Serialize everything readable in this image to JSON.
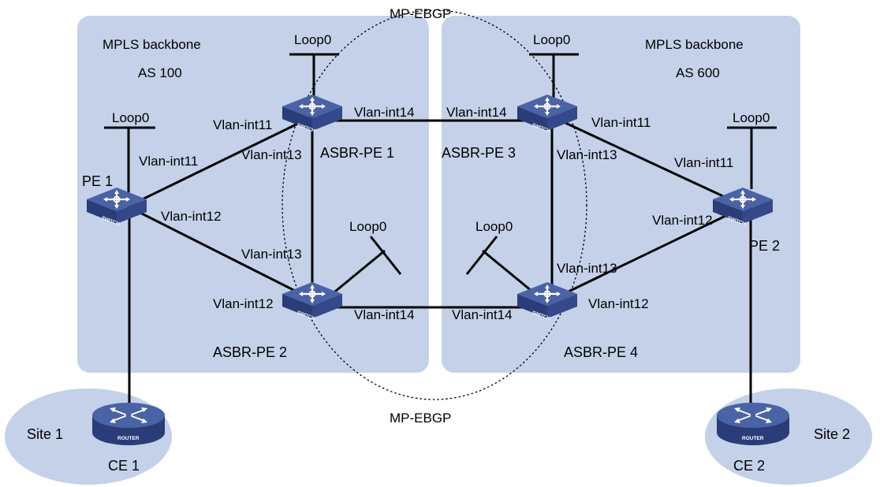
{
  "colors": {
    "region_fill": "#c4d1e9",
    "device_top": "#4a63a6",
    "device_side": "#2b3d78",
    "link": "#000000"
  },
  "regions": [
    {
      "id": "as100",
      "title": "MPLS backbone",
      "as_label": "AS 100"
    },
    {
      "id": "as600",
      "title": "MPLS backbone",
      "as_label": "AS 600"
    }
  ],
  "sessions": [
    {
      "id": "ebgp-top",
      "label": "MP-EBGP"
    },
    {
      "id": "ebgp-bottom",
      "label": "MP-EBGP"
    }
  ],
  "sites": [
    {
      "id": "site1",
      "label": "Site 1"
    },
    {
      "id": "site2",
      "label": "Site 2"
    }
  ],
  "devices": [
    {
      "id": "pe1",
      "label": "PE 1",
      "type": "switch",
      "badge": "SWITCH",
      "icon": "switch-icon"
    },
    {
      "id": "asbr1",
      "label": "ASBR-PE 1",
      "type": "switch",
      "badge": "SWITCH",
      "icon": "switch-icon"
    },
    {
      "id": "asbr2",
      "label": "ASBR-PE 2",
      "type": "switch",
      "badge": "SWITCH",
      "icon": "switch-icon"
    },
    {
      "id": "asbr3",
      "label": "ASBR-PE 3",
      "type": "switch",
      "badge": "SWITCH",
      "icon": "switch-icon"
    },
    {
      "id": "asbr4",
      "label": "ASBR-PE 4",
      "type": "switch",
      "badge": "SWITCH",
      "icon": "switch-icon"
    },
    {
      "id": "pe2",
      "label": "PE 2",
      "type": "switch",
      "badge": "SWITCH",
      "icon": "switch-icon"
    },
    {
      "id": "ce1",
      "label": "CE 1",
      "type": "router",
      "badge": "ROUTER",
      "icon": "router-icon"
    },
    {
      "id": "ce2",
      "label": "CE 2",
      "type": "router",
      "badge": "ROUTER",
      "icon": "router-icon"
    }
  ],
  "loopbacks": [
    {
      "id": "loop-pe1",
      "device": "pe1",
      "label": "Loop0"
    },
    {
      "id": "loop-asbr1",
      "device": "asbr1",
      "label": "Loop0"
    },
    {
      "id": "loop-asbr2",
      "device": "asbr2",
      "label": "Loop0"
    },
    {
      "id": "loop-asbr3",
      "device": "asbr3",
      "label": "Loop0"
    },
    {
      "id": "loop-asbr4",
      "device": "asbr4",
      "label": "Loop0"
    },
    {
      "id": "loop-pe2",
      "device": "pe2",
      "label": "Loop0"
    }
  ],
  "links": [
    {
      "id": "pe1-asbr1",
      "from": "pe1",
      "to": "asbr1",
      "from_if": "Vlan-int11",
      "to_if": "Vlan-int11"
    },
    {
      "id": "pe1-asbr2",
      "from": "pe1",
      "to": "asbr2",
      "from_if": "Vlan-int12",
      "to_if": "Vlan-int12"
    },
    {
      "id": "asbr1-asbr2",
      "from": "asbr1",
      "to": "asbr2",
      "from_if": "Vlan-int13",
      "to_if": "Vlan-int13"
    },
    {
      "id": "asbr1-asbr3",
      "from": "asbr1",
      "to": "asbr3",
      "from_if": "Vlan-int14",
      "to_if": "Vlan-int14"
    },
    {
      "id": "asbr2-asbr4",
      "from": "asbr2",
      "to": "asbr4",
      "from_if": "Vlan-int14",
      "to_if": "Vlan-int14"
    },
    {
      "id": "asbr3-asbr4",
      "from": "asbr3",
      "to": "asbr4",
      "from_if": "Vlan-int13",
      "to_if": "Vlan-int13"
    },
    {
      "id": "asbr3-pe2",
      "from": "asbr3",
      "to": "pe2",
      "from_if": "Vlan-int11",
      "to_if": "Vlan-int11"
    },
    {
      "id": "asbr4-pe2",
      "from": "asbr4",
      "to": "pe2",
      "from_if": "Vlan-int12",
      "to_if": "Vlan-int12"
    },
    {
      "id": "pe1-ce1",
      "from": "pe1",
      "to": "ce1",
      "from_if": "",
      "to_if": ""
    },
    {
      "id": "pe2-ce2",
      "from": "pe2",
      "to": "ce2",
      "from_if": "",
      "to_if": ""
    }
  ]
}
